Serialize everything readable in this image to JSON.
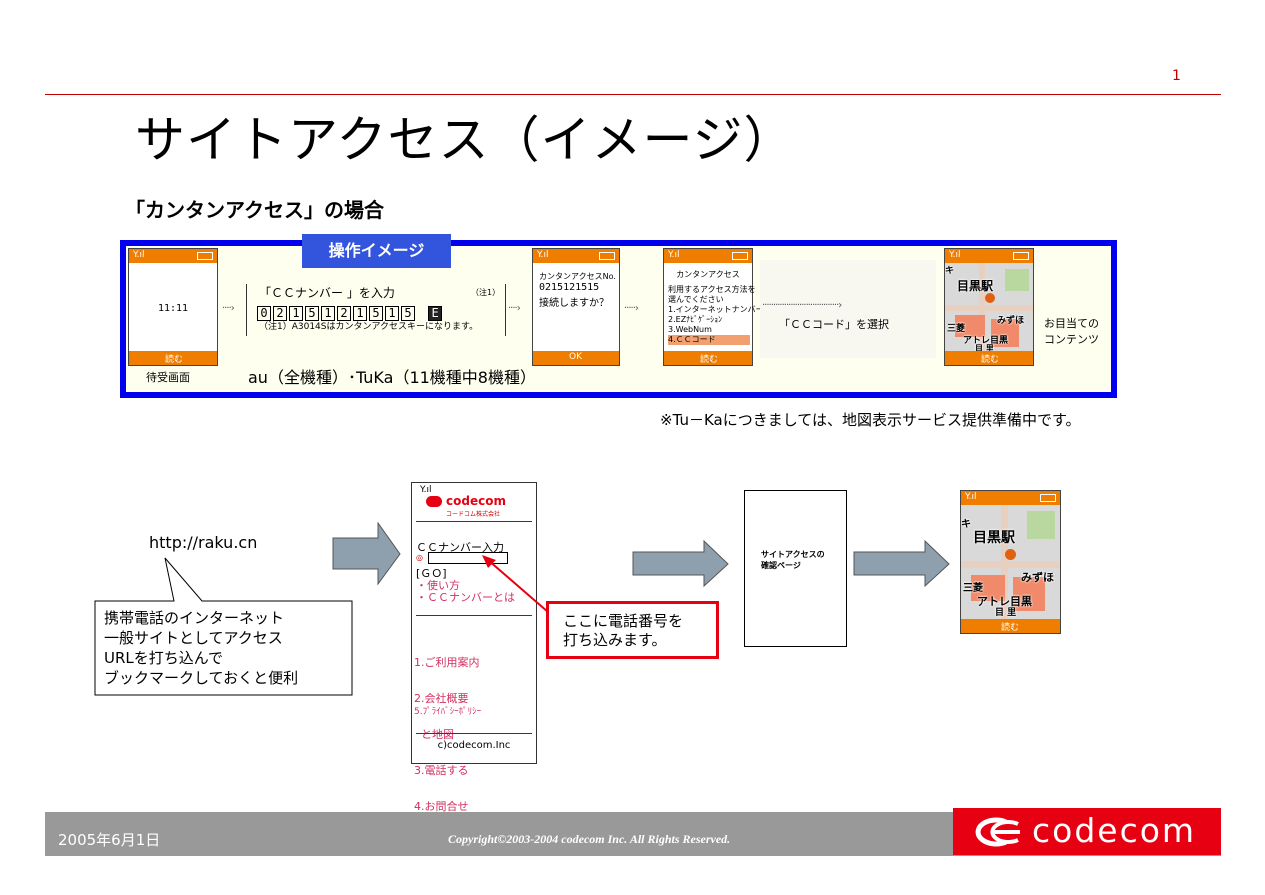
{
  "page_number": "1",
  "title": "サイトアクセス（イメージ）",
  "subtitle": "「カンタンアクセス」の場合",
  "operation_label": "操作イメージ",
  "phone1": {
    "clock": "11:11",
    "soft_key": "読む",
    "caption": "待受画面"
  },
  "input_panel": {
    "line1": "「ＣＣナンバー 」を入力",
    "note_tag": "（注1）",
    "digits": [
      "0",
      "2",
      "1",
      "5",
      "1",
      "2",
      "1",
      "5",
      "1",
      "5"
    ],
    "key": "E",
    "note": "（注1）A3014Sはカンタンアクセスキーになります。"
  },
  "carrier_note": "au（全機種）･TuKa（11機種中8機種）",
  "phone2": {
    "lines": [
      "カンタンアクセスNo.",
      "0215121515",
      "接続しますか？"
    ],
    "soft_key": "OK"
  },
  "phone3": {
    "header": "カンタンアクセス",
    "lines": [
      "利用するアクセス方法を",
      "選んでください",
      "1.インターネットナンバー",
      "2.EZﾅﾋﾞｹﾞｰｼｮﾝ",
      "3.WebNum",
      "4.ＣＣコード"
    ],
    "soft_key": "読む"
  },
  "select_cc": "「ＣＣコード」を選択",
  "map_labels": {
    "meguro_station": "目黒駅",
    "mizuho": "みずほ",
    "sanryo": "三菱",
    "atre": "アトレ目黒",
    "meguro": "目 里",
    "kita": "キ"
  },
  "map_soft_key": "読む",
  "target_content": [
    "お目当ての",
    "コンテンツ"
  ],
  "tuka_note": "※Tu－Kaにつきましては、地図表示サービス提供準備中です。",
  "url": "http://raku.cn",
  "callout": [
    "携帯電話のインターネット",
    "一般サイトとしてアクセス",
    "URLを打ち込んで",
    "ブックマークしておくと便利"
  ],
  "site_phone": {
    "status": "Y.ıl",
    "logo": "codecom",
    "logo_sub": "コードコム株式会社",
    "cc_label": "ＣＣナンバー入力",
    "go": "[ＧＯ]",
    "link1": "・使い方",
    "link2": "・ＣＣナンバーとは",
    "menu": [
      "1.ご利用案内",
      "2.会社概要",
      "  と地図",
      "3.電話する",
      "4.お問合せ"
    ],
    "privacy": "5.ﾌﾟﾗｲﾊﾞｼｰﾎﾟﾘｼｰ",
    "footer": "c)codecom.Inc"
  },
  "red_note": [
    "ここに電話番号を",
    "打ち込みます。"
  ],
  "confirm_page": [
    "サイトアクセスの",
    "確認ページ"
  ],
  "footer": {
    "date": "2005年6月1日",
    "copyright": "Copyright©2003-2004  codecom Inc. All Rights Reserved.",
    "logo": "codecom"
  },
  "colors": {
    "accent_red": "#c00000",
    "band_blue": "#0000ee",
    "phone_orange": "#ef7d00",
    "logo_red": "#e60012"
  }
}
